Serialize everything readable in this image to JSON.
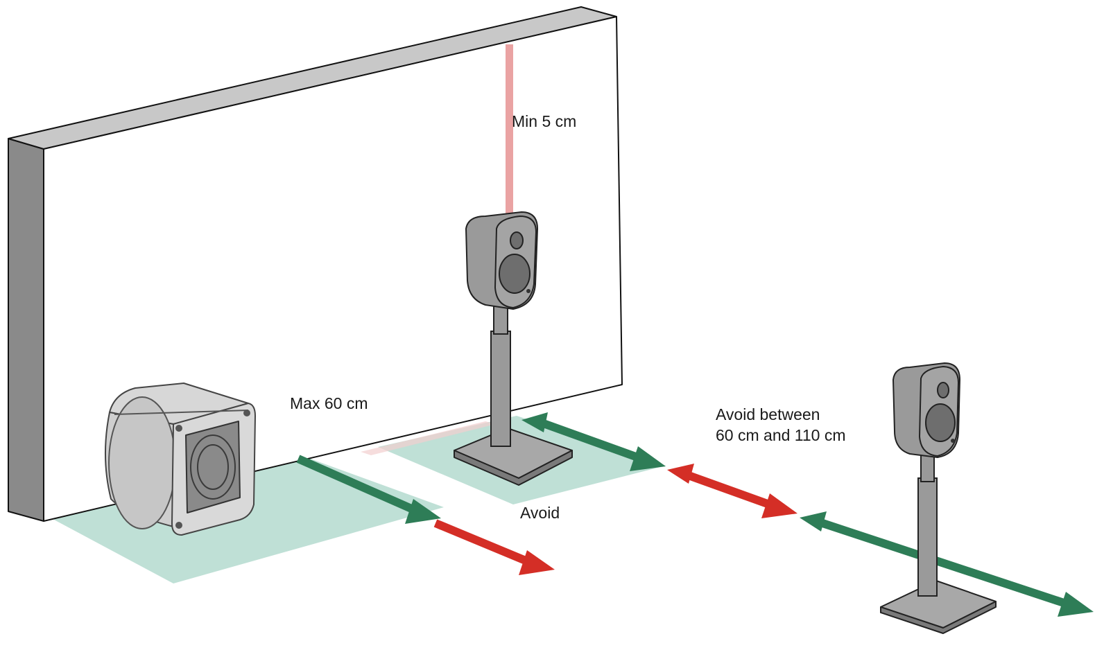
{
  "labels": {
    "min_distance": "Min 5 cm",
    "max_distance": "Max 60 cm",
    "avoid": "Avoid",
    "avoid_between_line1": "Avoid between",
    "avoid_between_line2": "60 cm and 110 cm"
  },
  "colors": {
    "safe_zone": "#bfe0d6",
    "good_arrow": "#2e7d57",
    "bad_arrow": "#d42e26",
    "min_line": "#eaa3a3",
    "wall_face": "#ffffff",
    "wall_top": "#c8c8c8",
    "wall_side": "#8a8a8a",
    "device_gray": "#9a9a9a",
    "device_dark": "#6e6e6e"
  }
}
